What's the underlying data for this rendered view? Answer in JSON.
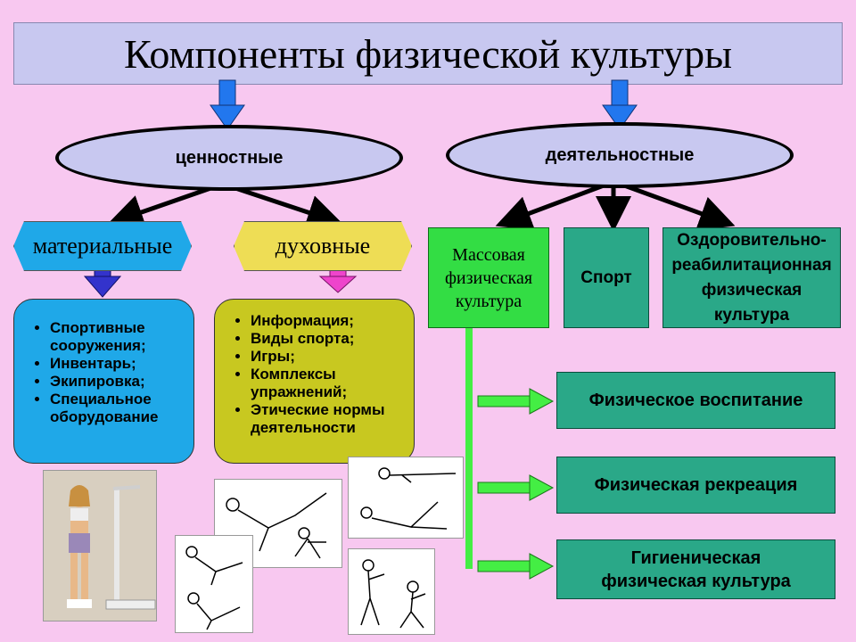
{
  "title": "Компоненты физической культуры",
  "ellipses": {
    "value": "ценностные",
    "activity": "деятельностные"
  },
  "value_types": {
    "material": "материальные",
    "spiritual": "духовные"
  },
  "material_items": [
    "Спортивные сооружения;",
    "Инвентарь;",
    "Экипировка;",
    "Специальное оборудование"
  ],
  "spiritual_items": [
    "Информация;",
    "Виды спорта;",
    "Игры;",
    "Комплексы упражнений;",
    "Этические нормы деятельности"
  ],
  "activity_types": {
    "mass": "Массовая физическая культура",
    "sport": "Спорт",
    "rehab": "Оздоровительно-реабилитационная физическая культура"
  },
  "mass_subtypes": [
    "Физическое воспитание",
    "Физическая рекреация",
    "Гигиеническая физическая культура"
  ],
  "colors": {
    "background": "#f8c8f0",
    "title_box": "#c8c8f0",
    "ellipse": "#c8c8f0",
    "material_box": "#1fa8e8",
    "spiritual_box": "#c8c820",
    "activity_box": "#2aa888",
    "mass_box": "#33dd44",
    "arrow_blue": "#2277ee",
    "arrow_magenta": "#ee44cc",
    "arrow_green": "#33ee33"
  }
}
